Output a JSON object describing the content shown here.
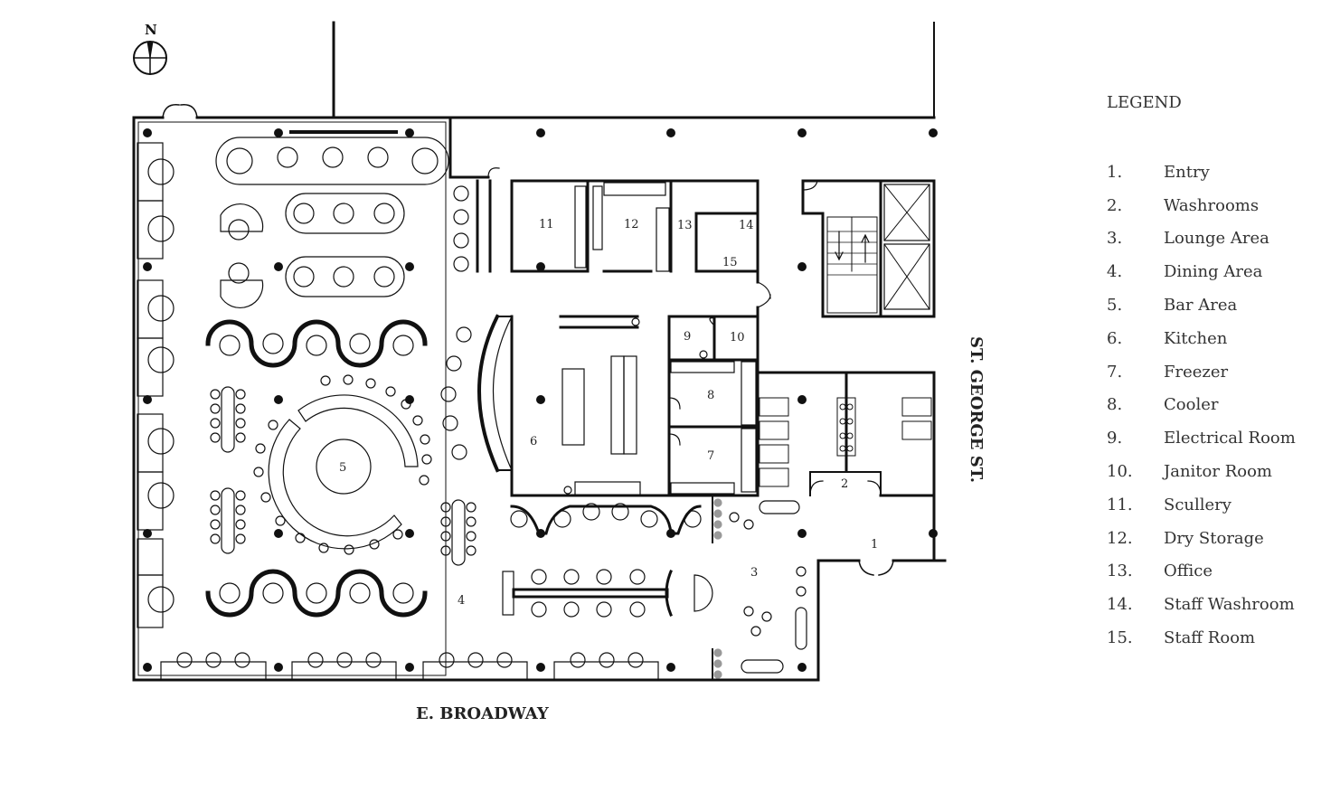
{
  "compass": {
    "label": "N"
  },
  "streets": {
    "south": "E. BROADWAY",
    "east": "ST. GEORGE ST."
  },
  "legend": {
    "title": "LEGEND",
    "items": [
      {
        "num": "1.",
        "label": "Entry"
      },
      {
        "num": "2.",
        "label": "Washrooms"
      },
      {
        "num": "3.",
        "label": "Lounge Area"
      },
      {
        "num": "4.",
        "label": "Dining Area"
      },
      {
        "num": "5.",
        "label": "Bar Area"
      },
      {
        "num": "6.",
        "label": "Kitchen"
      },
      {
        "num": "7.",
        "label": "Freezer"
      },
      {
        "num": "8.",
        "label": "Cooler"
      },
      {
        "num": "9.",
        "label": "Electrical Room"
      },
      {
        "num": "10.",
        "label": "Janitor Room"
      },
      {
        "num": "11.",
        "label": "Scullery"
      },
      {
        "num": "12.",
        "label": "Dry Storage"
      },
      {
        "num": "13.",
        "label": "Office"
      },
      {
        "num": "14.",
        "label": "Staff Washroom"
      },
      {
        "num": "15.",
        "label": "Staff Room"
      }
    ]
  },
  "room_labels": {
    "r1": "1",
    "r2": "2",
    "r3": "3",
    "r4": "4",
    "r5": "5",
    "r6": "6",
    "r7": "7",
    "r8": "8",
    "r9": "9",
    "r10": "10",
    "r11": "11",
    "r12": "12",
    "r13": "13",
    "r14": "14",
    "r15": "15"
  }
}
